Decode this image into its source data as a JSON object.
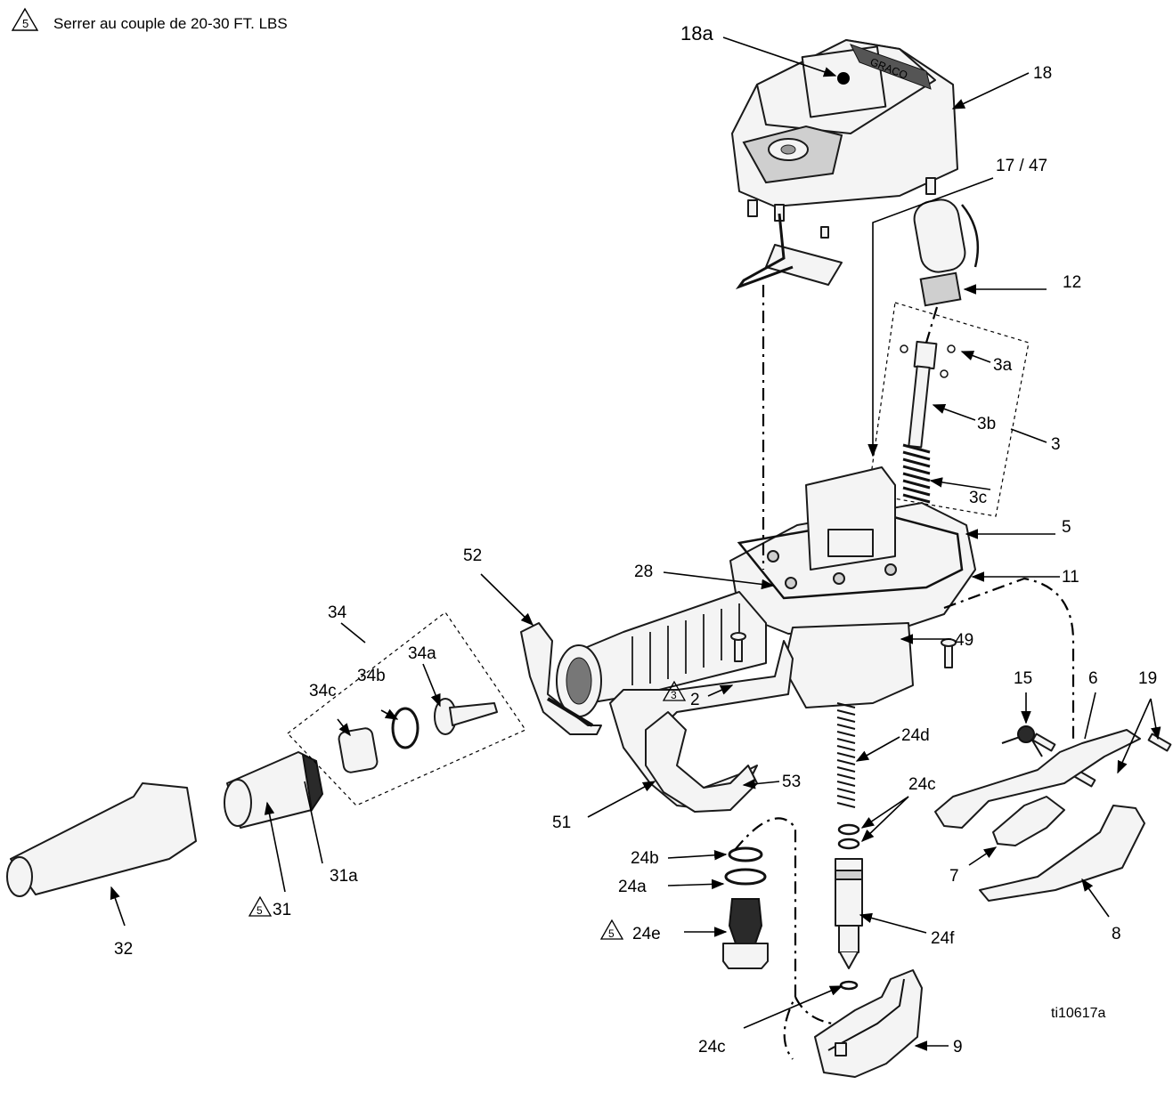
{
  "note": {
    "symbol": "5",
    "text": "Serrer au couple de 20-30 FT. LBS"
  },
  "callouts": {
    "c18a": "18a",
    "c18": "18",
    "c1747": "17 / 47",
    "c12": "12",
    "c3a": "3a",
    "c3b": "3b",
    "c3": "3",
    "c3c": "3c",
    "c5": "5",
    "c52": "52",
    "c28": "28",
    "c11": "11",
    "c49": "49",
    "c34": "34",
    "c34c": "34c",
    "c34b": "34b",
    "c34a": "34a",
    "c2": "2",
    "c2sym": "3",
    "c15": "15",
    "c6": "6",
    "c19": "19",
    "c24d": "24d",
    "c53": "53",
    "c24c_top": "24c",
    "c51": "51",
    "c7": "7",
    "c8": "8",
    "c24b": "24b",
    "c24a": "24a",
    "c24e": "24e",
    "c24esym": "5",
    "c24f": "24f",
    "c31": "31",
    "c31sym": "5",
    "c31a": "31a",
    "c32": "32",
    "c24c_bot": "24c",
    "c9": "9",
    "figure_id": "ti10617a"
  }
}
